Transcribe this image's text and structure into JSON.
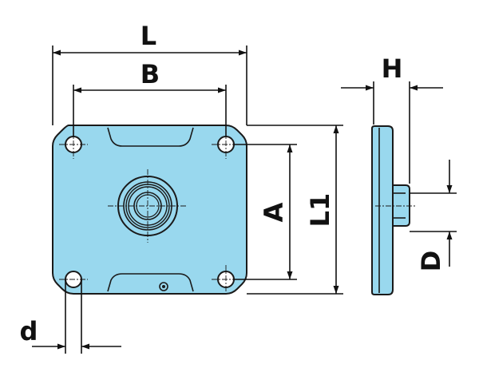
{
  "diagram": {
    "colors": {
      "part_fill": "#99d8ee",
      "outline": "#1a1a1a",
      "dimension": "#111111",
      "background": "#ffffff"
    },
    "views": [
      "front-view",
      "side-view"
    ],
    "dimensions": {
      "L": "L",
      "B": "B",
      "A": "A",
      "L1": "L1",
      "H": "H",
      "D": "D",
      "d": "d"
    }
  }
}
